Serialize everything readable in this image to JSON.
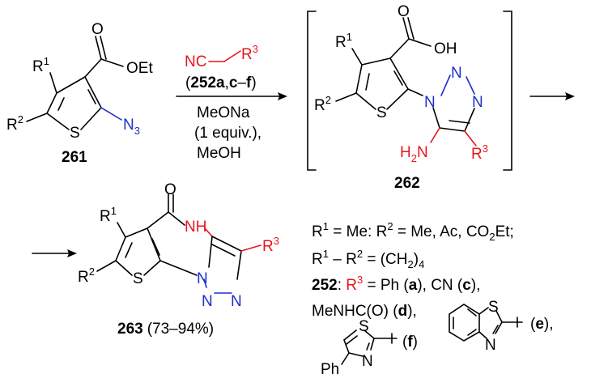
{
  "compound_261": {
    "id": "261",
    "substituents": {
      "r1": "R",
      "r2": "R",
      "ester": "OEt",
      "azide": "N"
    },
    "ring_atoms": {
      "s": "S"
    },
    "carbonyl_o": "O"
  },
  "reagent": {
    "nitrile": "NC",
    "r_group": "R",
    "ref_open": "(",
    "ref_id": "252",
    "ref_a": "a",
    "ref_sep": ",",
    "ref_cf": "c",
    "ref_dash": "–",
    "ref_f": "f",
    "ref_close": ")",
    "conditions": [
      "MeONa",
      "(1 equiv.),",
      "MeOH"
    ]
  },
  "compound_262": {
    "id": "262",
    "acid_o": "O",
    "acid_oh": "OH",
    "r1": "R",
    "r2": "R",
    "s": "S",
    "triazole": {
      "n1": "N",
      "n2": "N",
      "n3": "N"
    },
    "amine": "H",
    "amine_n": "N",
    "r3": "R"
  },
  "compound_263": {
    "id": "263",
    "yield": "(73–94%)",
    "o": "O",
    "nh": "NH",
    "r1": "R",
    "r2": "R",
    "r3": "R",
    "s": "S",
    "n_a": "N",
    "n_b": "N",
    "n_c": "N"
  },
  "legend": {
    "line1": {
      "r1": "R",
      "eq1": " = Me: ",
      "r2": "R",
      "eq2": " = Me, Ac, CO",
      "sub2": "2",
      "tail": "Et;"
    },
    "line2": {
      "r1": "R",
      "dash": " – ",
      "r2": "R",
      "eq": " = (CH",
      "sub2": "2",
      "close": ")",
      "sub4": "4"
    },
    "line3": {
      "id": "252",
      "colon": ": ",
      "r3": "R",
      "rest": " = Ph (",
      "a": "a",
      "mid": "), CN (",
      "c": "c",
      "end": "),"
    },
    "line4": {
      "text": "MeNHC(O) (",
      "d": "d",
      "close": "),"
    },
    "label_e": {
      "open": "(",
      "e": "e",
      "close": "),"
    },
    "label_f": {
      "open": "(",
      "f": "f",
      "close": ")"
    },
    "benzothiazole": {
      "s": "S",
      "n": "N"
    },
    "thiazole": {
      "s": "S",
      "n": "N",
      "ph": "Ph"
    }
  },
  "superscripts": {
    "one": "1",
    "two": "2",
    "three": "3"
  },
  "subscript_three": "3"
}
